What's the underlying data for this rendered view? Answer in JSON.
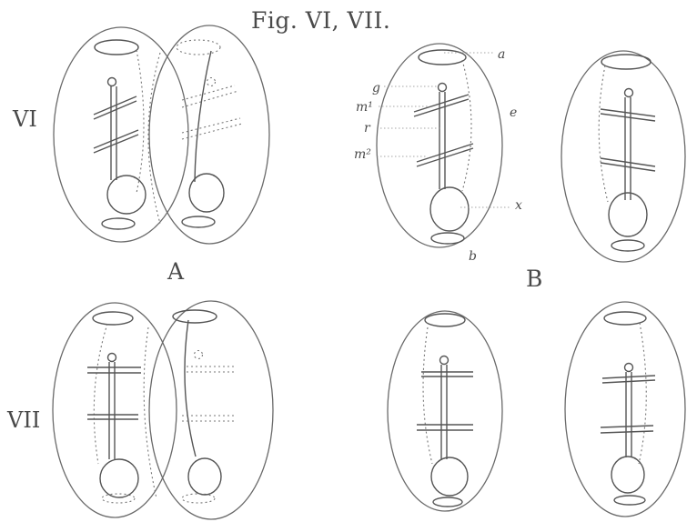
{
  "title": "Fig. VI, VII.",
  "rows": {
    "vi": "VI",
    "vii": "VII"
  },
  "panels": {
    "a": "A",
    "b": "B"
  },
  "parts": {
    "a": "a",
    "g": "g",
    "m1": "m¹",
    "r": "r",
    "m2": "m²",
    "e": "e",
    "x": "x",
    "b": "b"
  }
}
